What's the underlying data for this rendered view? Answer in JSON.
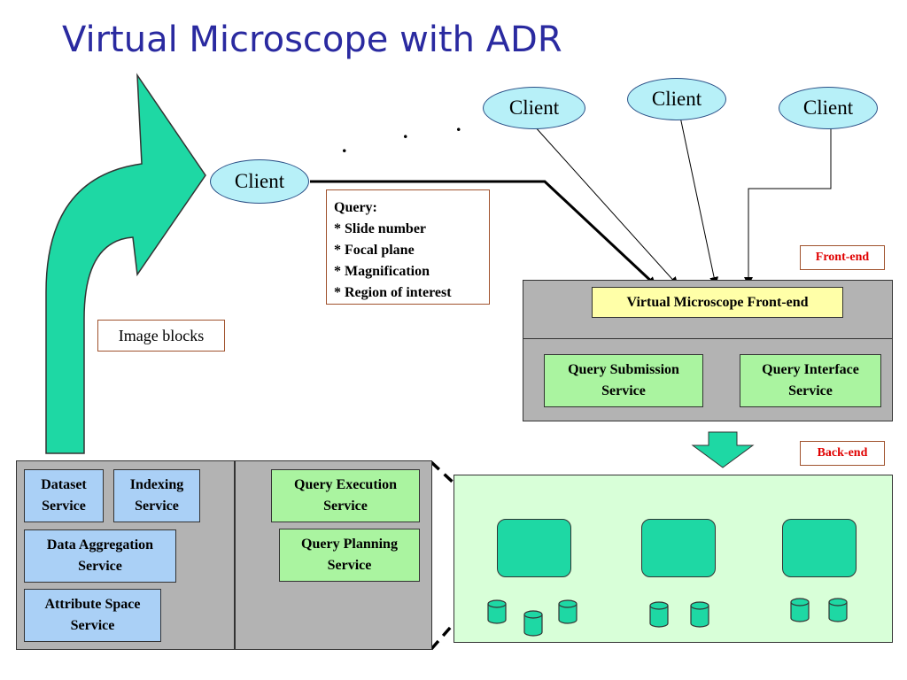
{
  "title": "Virtual Microscope with ADR",
  "clients": [
    "Client",
    "Client",
    "Client",
    "Client"
  ],
  "ellipsis_dots": [
    ".",
    ".",
    "."
  ],
  "query": {
    "header": "Query:",
    "items": [
      "* Slide number",
      "* Focal plane",
      "* Magnification",
      "* Region of interest"
    ]
  },
  "image_blocks_label": "Image blocks",
  "front_end": {
    "label": "Front-end",
    "vm_front_end": "Virtual Microscope Front-end",
    "query_submission": [
      "Query Submission",
      "Service"
    ],
    "query_interface": [
      "Query Interface",
      "Service"
    ]
  },
  "back_end": {
    "label": "Back-end",
    "dataset_service": [
      "Dataset",
      "Service"
    ],
    "indexing_service": [
      "Indexing",
      "Service"
    ],
    "data_aggregation": [
      "Data Aggregation",
      "Service"
    ],
    "attribute_space": [
      "Attribute Space",
      "Service"
    ],
    "query_execution": [
      "Query Execution",
      "Service"
    ],
    "query_planning": [
      "Query Planning",
      "Service"
    ]
  },
  "colors": {
    "title": "#2a2aa0",
    "client_fill": "#b7f0f8",
    "arrow_fill": "#1ed8a4",
    "panel_gray": "#b3b3b3",
    "service_green": "#aaf4a0",
    "service_blue": "#aad0f6",
    "front_end_yellow": "#ffffa8",
    "back_end_mint": "#d8ffd8",
    "label_red": "#e00000"
  }
}
